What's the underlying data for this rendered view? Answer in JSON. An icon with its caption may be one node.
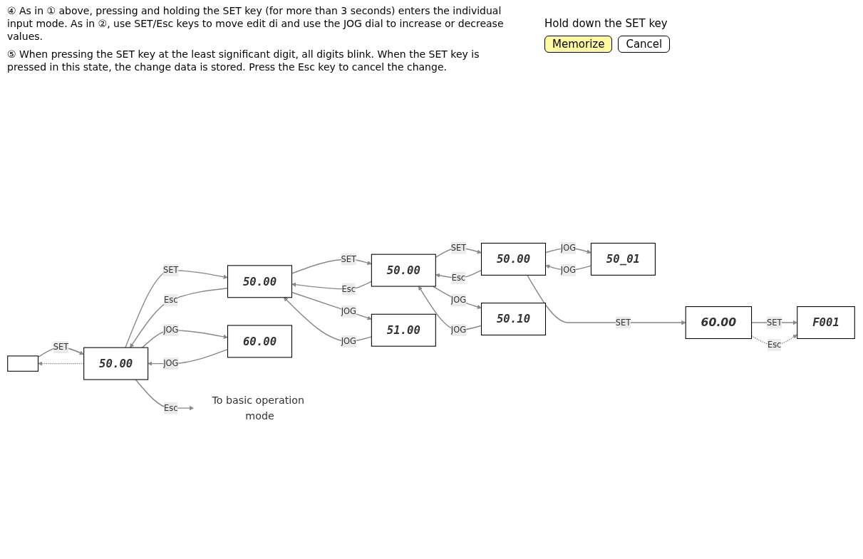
{
  "diagram": {
    "nodes": [
      {
        "text": [],
        "shape": "box"
      },
      {
        "text": [
          "50.00"
        ]
      },
      {
        "text": [
          "50.00"
        ]
      },
      {
        "text": [
          "50.00"
        ]
      },
      {
        "text": [
          "50.00"
        ]
      },
      {
        "text": [
          "60.00"
        ]
      },
      {
        "text": [
          "51.00"
        ]
      },
      {
        "text": [
          "50.10"
        ]
      },
      {
        "text": [
          "50_01"
        ]
      },
      {
        "text": [
          "60.00"
        ]
      },
      {
        "text": [
          "F001"
        ]
      },
      {
        "text": [
          "To basic operation mode"
        ]
      }
    ],
    "edges": [
      {
        "from": 0,
        "to": 1,
        "arrow": "to",
        "label": "SET"
      },
      {
        "from": 1,
        "to": 0,
        "arrow": "to",
        "style": "dashed"
      },
      {
        "from": 1,
        "to": 11,
        "arrow": "to",
        "label": "Esc"
      },
      {
        "from": 1,
        "to": 2,
        "arrow": "to",
        "label": "SET"
      },
      {
        "from": 2,
        "to": 1,
        "arrow": "to",
        "label": "Esc"
      },
      {
        "from": 2,
        "to": 3,
        "arrow": "to",
        "label": "SET"
      },
      {
        "from": 3,
        "to": 2,
        "arrow": "to",
        "label": "Esc"
      },
      {
        "from": 3,
        "to": 4,
        "arrow": "to",
        "label": "SET"
      },
      {
        "from": 4,
        "to": 3,
        "arrow": "to",
        "label": "Esc"
      },
      {
        "from": 1,
        "to": 5,
        "arrow": "to",
        "label": "JOG"
      },
      {
        "from": 5,
        "to": 1,
        "arrow": "to",
        "label": "JOG"
      },
      {
        "from": 2,
        "to": 6,
        "arrow": "to",
        "label": "JOG"
      },
      {
        "from": 6,
        "to": 2,
        "arrow": "to",
        "label": "JOG"
      },
      {
        "from": 3,
        "to": 7,
        "arrow": "to",
        "label": "JOG"
      },
      {
        "from": 7,
        "to": 3,
        "arrow": "to",
        "label": "JOG"
      },
      {
        "from": 4,
        "to": 8,
        "arrow": "to",
        "label": "JOG"
      },
      {
        "from": 8,
        "to": 4,
        "arrow": "to",
        "label": "JOG"
      },
      {
        "from": 4,
        "to": 9,
        "arrow": "to",
        "label": "SET"
      },
      {
        "from": 9,
        "to": 10,
        "arrow": "to",
        "label": "SET"
      },
      {
        "from": 9,
        "to": 10,
        "arrow": "to",
        "label": "Esc",
        "style": "dashed"
      }
    ],
    "labels": [
      "④ As in ① above, pressing and holding the SET key (for more than 3 seconds) enters the individual input mode. As in ②, use SET/Esc keys to move edit di and use the JOG dial to increase or decrease values.",
      "⑤ When pressing the SET key at the least significant digit, all digits blink. When the SET key is pressed in this state, the change data is stored. Press the Esc key to cancel the change.",
      "Hold down the SET key",
      "Memorize",
      "Cancel"
    ]
  }
}
